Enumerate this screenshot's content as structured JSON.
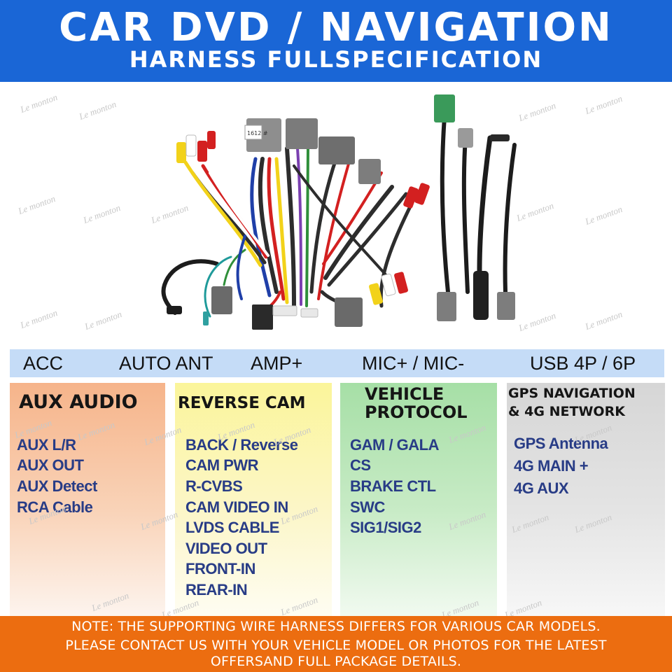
{
  "header": {
    "title": "CAR DVD / NAVIGATION",
    "subtitle": "HARNESS FULLSPECIFICATION",
    "color": "#1a66d6"
  },
  "watermark": "Le monton",
  "connector_label": "1612 #",
  "feature_bar": {
    "items": [
      "ACC",
      "AUTO ANT",
      "AMP+",
      "MIC+ / MIC-",
      "USB 4P / 6P"
    ],
    "color": "#c5dcf7"
  },
  "columns": {
    "aux": {
      "title": "AUX AUDIO",
      "items": [
        "AUX L/R",
        "AUX OUT",
        "AUX Detect",
        "RCA Cable"
      ],
      "color": "#f6b48a"
    },
    "reverse": {
      "title": "REVERSE CAM",
      "items": [
        "BACK / Reverse",
        "CAM PWR",
        "R-CVBS",
        "CAM VIDEO IN",
        "LVDS CABLE",
        "VIDEO OUT",
        "FRONT-IN",
        "REAR-IN"
      ],
      "color": "#fbf59a"
    },
    "vehicle": {
      "title_line1": "VEHICLE",
      "title_line2": "PROTOCOL",
      "items": [
        "GAM / GALA",
        "CS",
        "BRAKE CTL",
        "SWC",
        "SIG1/SIG2"
      ],
      "color": "#a6dfa6"
    },
    "gps": {
      "title_line1": "GPS NAVIGATION",
      "title_line2": "& 4G NETWORK",
      "items": [
        "GPS Antenna",
        "4G MAIN +",
        "4G AUX"
      ],
      "color": "#d6d6d6"
    }
  },
  "footer": {
    "line1": "NOTE: THE SUPPORTING WIRE HARNESS DIFFERS FOR VARIOUS CAR MODELS.",
    "line2": "PLEASE CONTACT US WITH YOUR VEHICLE MODEL OR PHOTOS FOR THE LATEST",
    "line3": "OFFERSAND FULL PACKAGE DETAILS.",
    "color": "#ec6d10"
  }
}
